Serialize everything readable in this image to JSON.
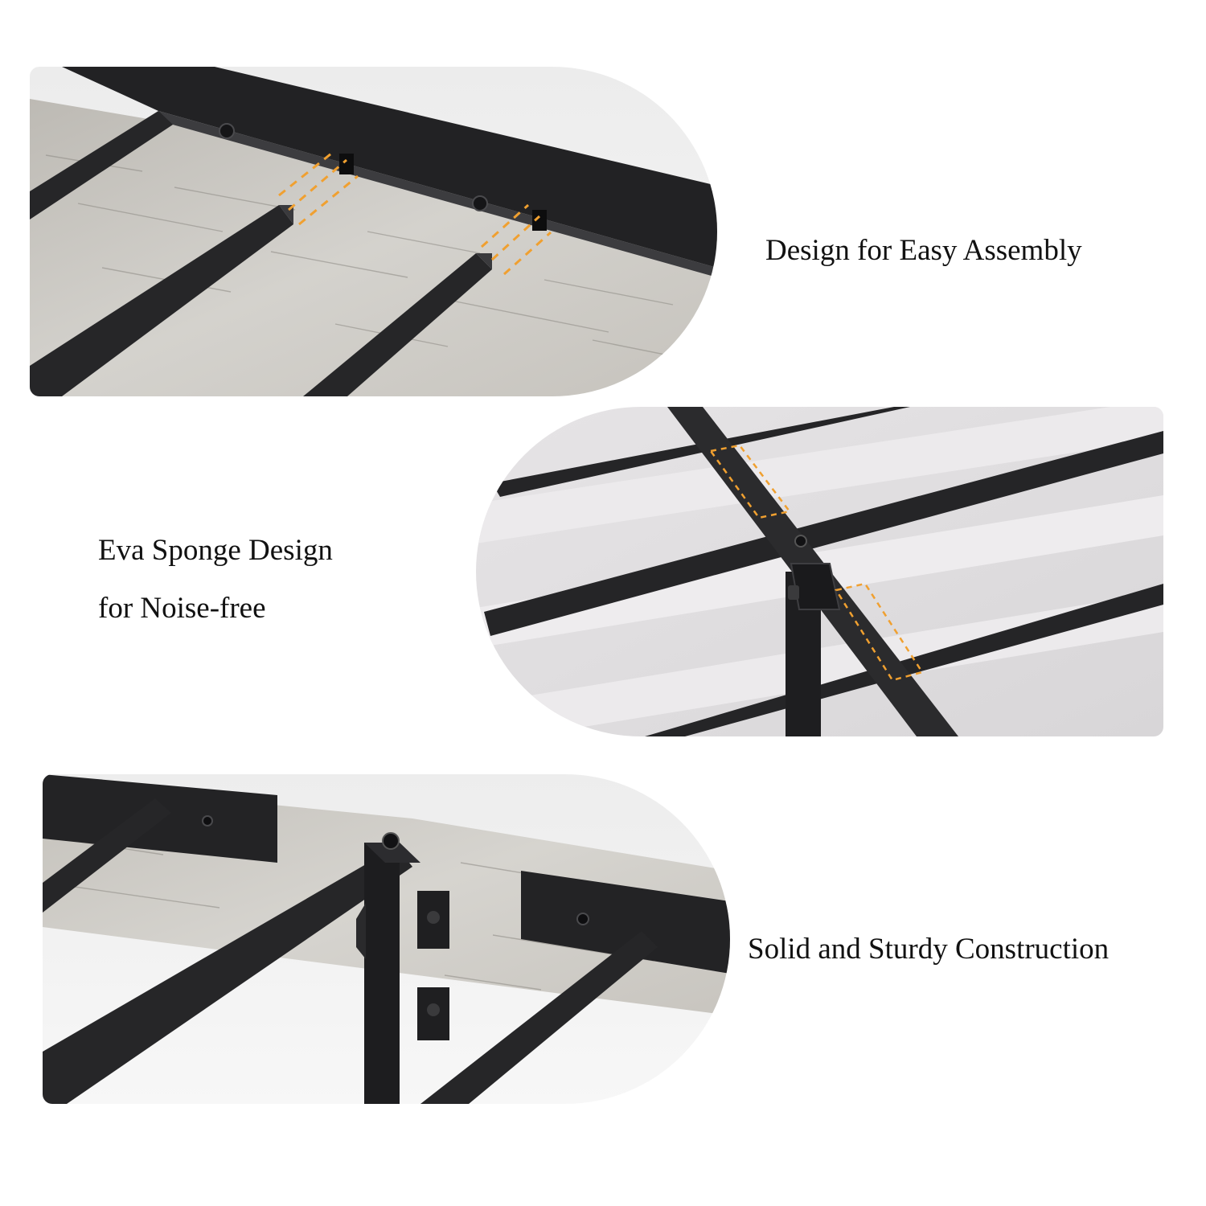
{
  "features": [
    {
      "caption": "Design for Easy Assembly"
    },
    {
      "caption_line1": "Eva Sponge Design",
      "caption_line2": "for Noise-free"
    },
    {
      "caption": "Solid and Sturdy Construction"
    }
  ],
  "colors": {
    "background": "#ffffff",
    "text": "#111111",
    "metal": "#262628",
    "wood": "#c9c7c2",
    "highlight": "#f0a030"
  }
}
